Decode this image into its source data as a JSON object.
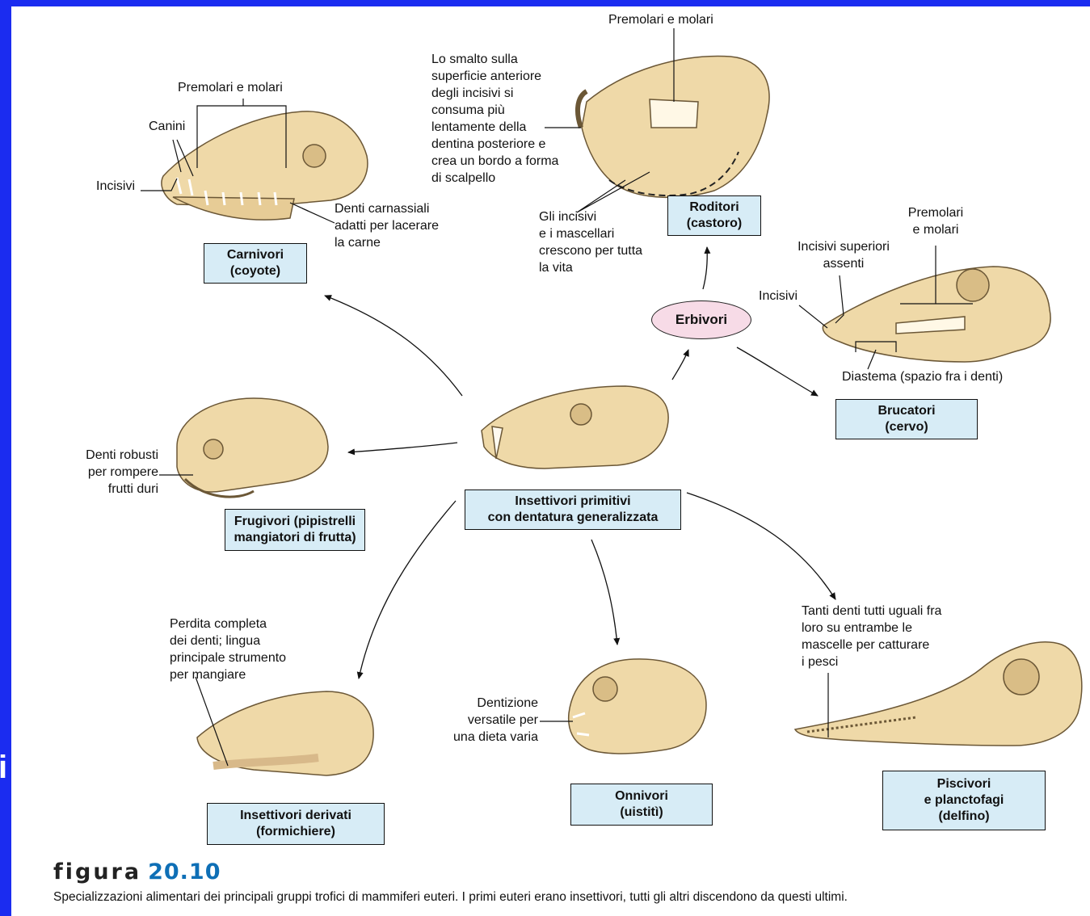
{
  "groups": {
    "carnivori": "Carnivori\n(coyote)",
    "roditori": "Roditori\n(castoro)",
    "erbivori": "Erbivori",
    "brucatori": "Brucatori\n(cervo)",
    "insettivori_primitivi": "Insettivori primitivi\ncon dentatura generalizzata",
    "frugivori": "Frugivori (pipistrelli\nmangiatori di frutta)",
    "insettivori_derivati": "Insettivori derivati\n(formichiere)",
    "onnivori": "Onnivori\n(uistitì)",
    "piscivori": "Piscivori\ne planctofagi\n(delfino)"
  },
  "labels": {
    "coyote_premolari": "Premolari e molari",
    "coyote_canini": "Canini",
    "coyote_incisivi": "Incisivi",
    "coyote_carnassiali": "Denti carnassiali\nadatti per lacerare\nla carne",
    "castoro_premolari": "Premolari e molari",
    "castoro_smalto": "Lo smalto sulla\nsuperficie anteriore\ndegli incisivi si\nconsuma più\nlentamente della\ndentina posteriore e\ncrea un bordo a forma\ndi scalpello",
    "castoro_incisivi": "Gli incisivi\ne i mascellari\ncrescono per tutta\nla vita",
    "cervo_premolari": "Premolari\ne molari",
    "cervo_incisivi_sup": "Incisivi superiori\nassenti",
    "cervo_incisivi": "Incisivi",
    "cervo_diastema": "Diastema (spazio fra i denti)",
    "frugivori_denti": "Denti robusti\nper rompere\nfrutti duri",
    "formichiere_perdita": "Perdita completa\ndei denti; lingua\nprincipale strumento\nper mangiare",
    "onnivori_dentizione": "Dentizione\nversatile per\nuna dieta varia",
    "delfino_denti": "Tanti denti tutti uguali fra\nloro su entrambe le\nmascelle per catturare\ni pesci"
  },
  "figure": {
    "word": "figura",
    "number": "20.10",
    "caption": "Specializzazioni alimentari dei principali gruppi trofici di mammiferi euteri. I primi euteri erano insettivori, tutti gli altri discendono da questi ultimi."
  },
  "slide_edge_text": "i",
  "colors": {
    "slide_bg": "#1b2cf0",
    "box_fill": "#d7ecf6",
    "oval_fill": "#f7dbe7",
    "bone": "#efd9a8",
    "figure_number": "#0e6fb6"
  }
}
